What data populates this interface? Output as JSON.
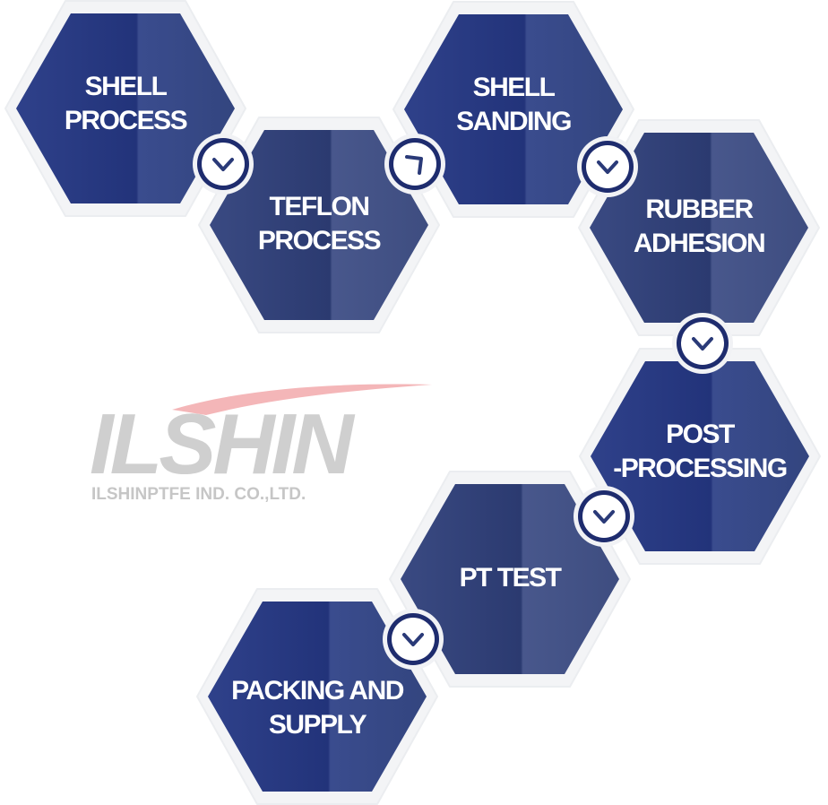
{
  "colors": {
    "hex_light": "#3a4c8e",
    "hex_dark": "#1e2c6e",
    "hex_slate_light": "#46568a",
    "hex_slate_dark": "#27356b",
    "halo": "#f3f4f6",
    "arrow": "#2a3a78",
    "logo_gray": "#cfcfcf",
    "logo_red": "#f4b6b8"
  },
  "steps": [
    {
      "id": "shell-process",
      "label": "SHELL\nPROCESS"
    },
    {
      "id": "teflon-process",
      "label": "TEFLON\nPROCESS"
    },
    {
      "id": "shell-sanding",
      "label": "SHELL\nSANDING"
    },
    {
      "id": "rubber-adhesion",
      "label": "RUBBER\nADHESION"
    },
    {
      "id": "post-processing",
      "label": "POST\n-PROCESSING"
    },
    {
      "id": "pt-test",
      "label": "PT TEST"
    },
    {
      "id": "packing-and-supply",
      "label": "PACKING AND\nSUPPLY"
    }
  ],
  "connectors": [
    {
      "from": "shell-process",
      "to": "teflon-process",
      "icon": "chevron-down-icon"
    },
    {
      "from": "teflon-process",
      "to": "shell-sanding",
      "icon": "chevron-up-right-icon"
    },
    {
      "from": "shell-sanding",
      "to": "rubber-adhesion",
      "icon": "chevron-down-icon"
    },
    {
      "from": "rubber-adhesion",
      "to": "post-processing",
      "icon": "chevron-down-icon"
    },
    {
      "from": "post-processing",
      "to": "pt-test",
      "icon": "chevron-down-icon"
    },
    {
      "from": "pt-test",
      "to": "packing-and-supply",
      "icon": "chevron-down-icon"
    }
  ],
  "logo": {
    "wordmark": "ILSHIN",
    "company": "ILSHINPTFE IND. CO.,LTD."
  }
}
